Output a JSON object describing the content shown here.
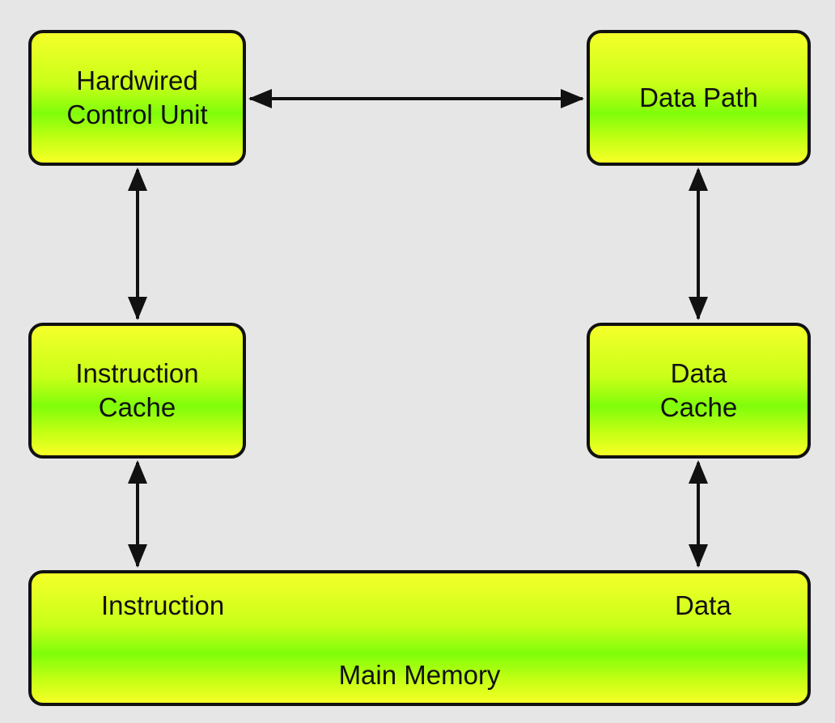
{
  "blocks": {
    "control_unit": "Hardwired\nControl Unit",
    "data_path": "Data Path",
    "instruction_cache": "Instruction\nCache",
    "data_cache": "Data\nCache",
    "main_memory": {
      "title": "Main Memory",
      "instruction_port": "Instruction",
      "data_port": "Data"
    }
  },
  "colors": {
    "background": "#e6e6e6",
    "block_fill_light": "#f4ff2a",
    "block_fill_mid": "#7ffd0a",
    "outline": "#111111"
  },
  "connections": [
    {
      "from": "Hardwired Control Unit",
      "to": "Data Path",
      "direction": "bidirectional"
    },
    {
      "from": "Hardwired Control Unit",
      "to": "Instruction Cache",
      "direction": "bidirectional"
    },
    {
      "from": "Data Path",
      "to": "Data Cache",
      "direction": "bidirectional"
    },
    {
      "from": "Instruction Cache",
      "to": "Main Memory",
      "direction": "bidirectional"
    },
    {
      "from": "Data Cache",
      "to": "Main Memory",
      "direction": "bidirectional"
    }
  ]
}
